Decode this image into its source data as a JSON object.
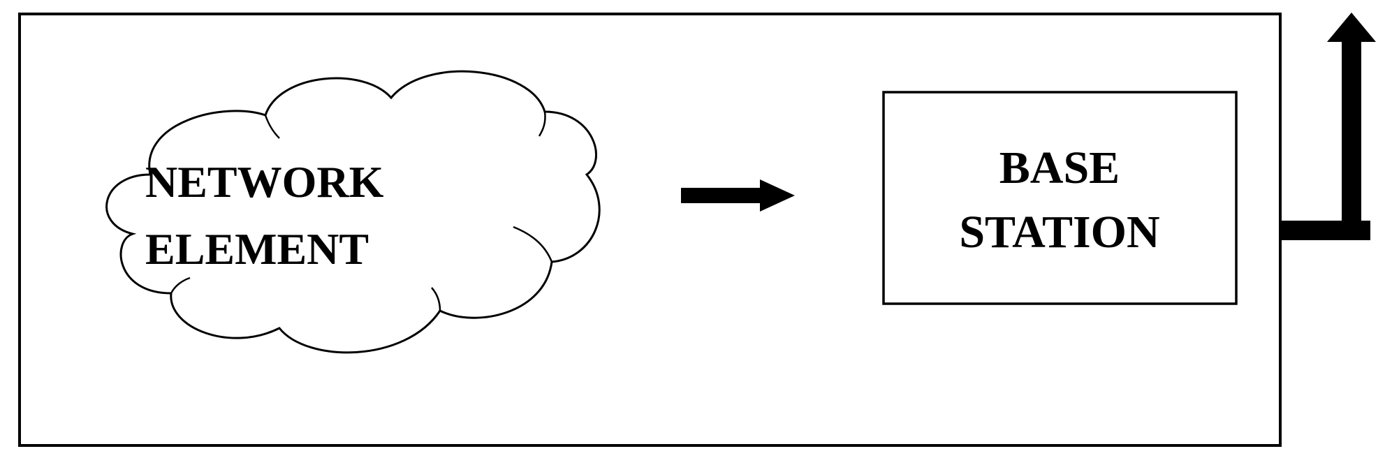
{
  "cloud": {
    "line1": "NETWORK",
    "line2": "ELEMENT"
  },
  "base_station": {
    "line1": "BASE",
    "line2": "STATION"
  },
  "colors": {
    "stroke": "#000000",
    "background": "#ffffff"
  }
}
